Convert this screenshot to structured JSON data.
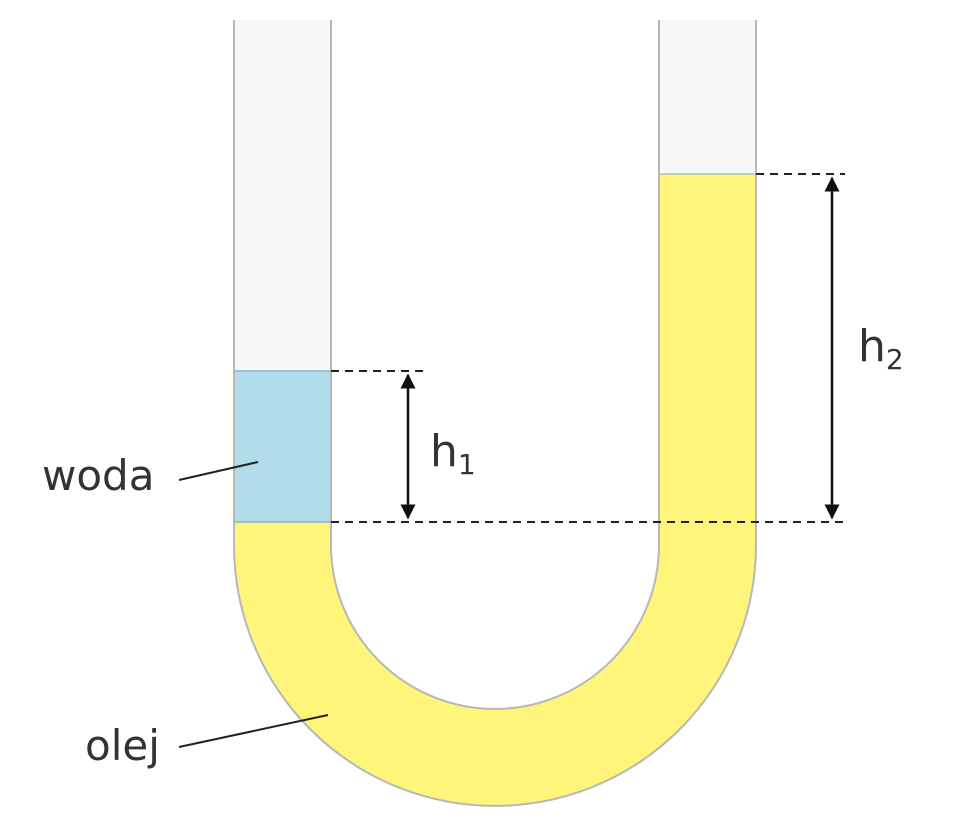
{
  "labels": {
    "water": "woda",
    "oil": "olej",
    "h1_main": "h",
    "h1_sub": "1",
    "h2_main": "h",
    "h2_sub": "2"
  },
  "colors": {
    "tube_empty": "#f7f7f7",
    "tube_outline": "#b8b8b8",
    "water": "#b0dde9",
    "oil": "#fff57a",
    "lines": "#222222",
    "text": "#333333"
  }
}
